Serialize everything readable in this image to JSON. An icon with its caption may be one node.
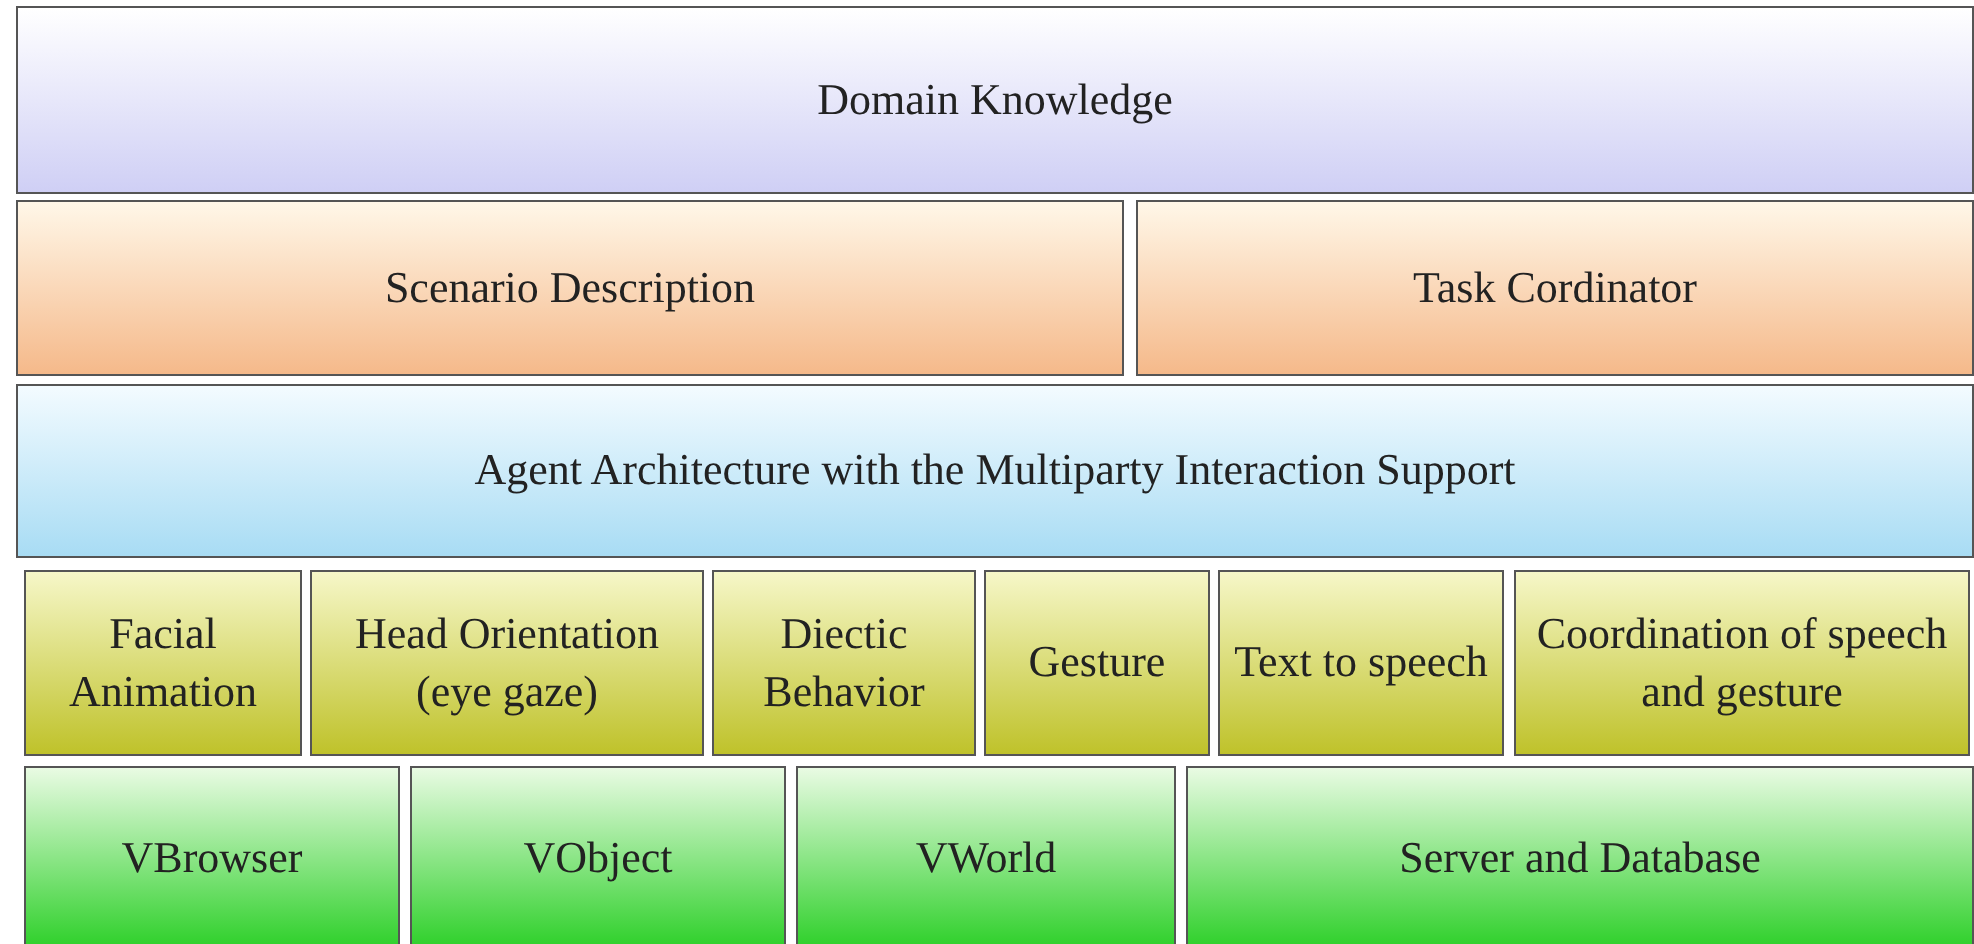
{
  "diagram": {
    "nodes": [
      {
        "text": [
          "Domain Knowledge"
        ]
      },
      {
        "text": [
          "Scenario Description"
        ]
      },
      {
        "text": [
          "Task Cordinator"
        ]
      },
      {
        "text": [
          "Agent Architecture with the Multiparty Interaction Support"
        ]
      },
      {
        "text": [
          "Facial Animation"
        ]
      },
      {
        "text": [
          "Head Orientation (eye gaze)"
        ]
      },
      {
        "text": [
          "Diectic Behavior"
        ]
      },
      {
        "text": [
          "Gesture"
        ]
      },
      {
        "text": [
          "Text to speech"
        ]
      },
      {
        "text": [
          "Coordination of speech and gesture"
        ]
      },
      {
        "text": [
          "VBrowser"
        ]
      },
      {
        "text": [
          "VObject"
        ]
      },
      {
        "text": [
          "VWorld"
        ]
      },
      {
        "text": [
          "Server and Database"
        ]
      }
    ]
  }
}
